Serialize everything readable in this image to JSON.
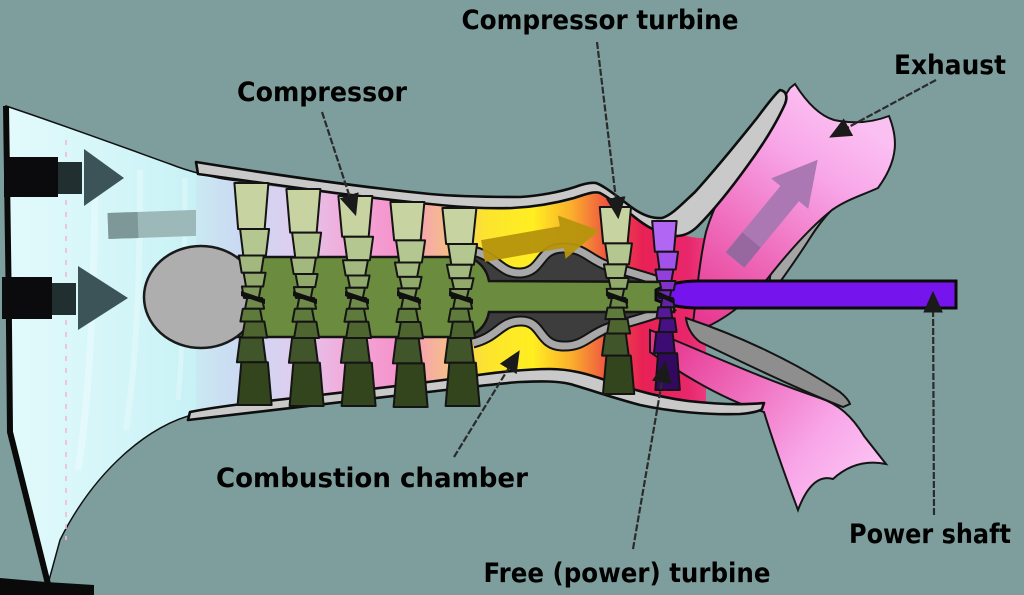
{
  "diagram": {
    "labels": {
      "compressor": "Compressor",
      "compressor_turbine": "Compressor turbine",
      "exhaust": "Exhaust",
      "combustion_chamber": "Combustion chamber",
      "free_power_turbine": "Free (power) turbine",
      "power_shaft": "Power shaft"
    },
    "colors": {
      "background": "#7D9E9D",
      "label_text": "#000000",
      "leader_line": "#2B2B2B",
      "casing_gray": "#C9C9C9",
      "casing_outline": "#0E0E0E",
      "spinner_gray": "#AEAEAE",
      "rotor_shaft_green": "#6B8C3E",
      "power_shaft_purple": "#7614EE",
      "chamber_dark": "#3D3D3D",
      "chamber_liner": "#A8A8A8",
      "crescent_upper": "#A4A4A4",
      "crescent_lower": "#8E8E8E",
      "intake_edge_black": "#0A0A0A",
      "intake_arrow_dark": "#3C5458",
      "intake_arrow_mid": "#222F31",
      "intake_arrow_big": "#9CB8B9",
      "intake_arrow_big_tail": "#7E9899",
      "combustion_arrow_gold": "#B6930D",
      "exhaust_arrow_mauve": "#AC78B4",
      "exhaust_arrow_tail": "#97689F",
      "pink_streak": "#F4B8D8",
      "funnel_stops": [
        {
          "o": "0%",
          "c": "#E2FAFB"
        },
        {
          "o": "100%",
          "c": "#BFEFF4"
        }
      ],
      "flow_stops": [
        {
          "o": "0%",
          "c": "#C9EDF2"
        },
        {
          "o": "9%",
          "c": "#CBD8F2"
        },
        {
          "o": "16%",
          "c": "#DCCFF0"
        },
        {
          "o": "25%",
          "c": "#F2AADA"
        },
        {
          "o": "33%",
          "c": "#F593CB"
        },
        {
          "o": "40%",
          "c": "#F6B98F"
        },
        {
          "o": "46.5%",
          "c": "#FCE42E"
        },
        {
          "o": "54%",
          "c": "#FFEE21"
        },
        {
          "o": "60%",
          "c": "#FAAD2C"
        },
        {
          "o": "65.5%",
          "c": "#EF5342"
        },
        {
          "o": "71%",
          "c": "#E82155"
        },
        {
          "o": "78%",
          "c": "#E8276B"
        },
        {
          "o": "86.5%",
          "c": "#F160B0"
        },
        {
          "o": "100%",
          "c": "#F9A2E2"
        }
      ],
      "plume_stops": [
        {
          "o": "0%",
          "c": "#E6348C"
        },
        {
          "o": "40%",
          "c": "#EF6FBE"
        },
        {
          "o": "75%",
          "c": "#F8A6E8"
        },
        {
          "o": "100%",
          "c": "#FBC0F2"
        }
      ],
      "blade_greens": [
        "#C7D4A2",
        "#B5C791",
        "#A3B87E",
        "#92A96C",
        "#80975A",
        "#6F8A4A",
        "#5F7B3C",
        "#4F6530",
        "#41552A",
        "#33451D"
      ],
      "blade_purples": [
        "#B266F4",
        "#A252EA",
        "#9240DB",
        "#8232C9",
        "#7228B8",
        "#6321A8",
        "#551896",
        "#471084",
        "#3C0C72",
        "#33085F"
      ]
    }
  }
}
